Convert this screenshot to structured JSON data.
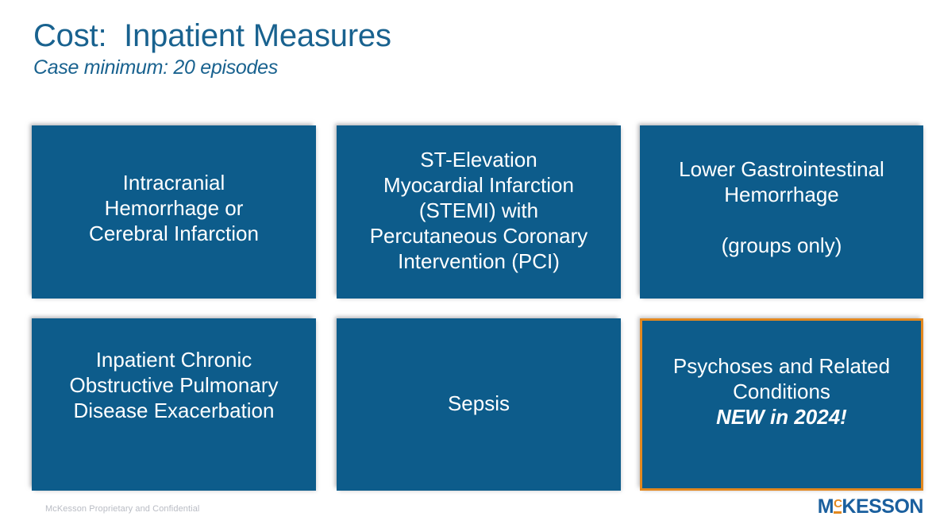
{
  "header": {
    "title": "Cost:  Inpatient Measures",
    "subtitle": "Case minimum: 20 episodes"
  },
  "colors": {
    "title_blue": "#19628f",
    "box_blue": "#0d5c8b",
    "highlight_orange": "#e2881f",
    "footer_gray": "#b9bcc4",
    "logo_blue": "#1a5f9e",
    "box_text": "#ffffff",
    "background": "#ffffff"
  },
  "measures": [
    {
      "id": "ich",
      "highlighted": false,
      "lines": [
        "Intracranial",
        "Hemorrhage or",
        "Cerebral Infarction"
      ],
      "emphasis_index": -1
    },
    {
      "id": "stemi",
      "highlighted": false,
      "lines": [
        "ST-Elevation",
        "Myocardial Infarction",
        "(STEMI) with",
        "Percutaneous Coronary",
        "Intervention (PCI)"
      ],
      "emphasis_index": -1
    },
    {
      "id": "lgih",
      "highlighted": false,
      "lines": [
        "Lower Gastrointestinal",
        "Hemorrhage",
        "",
        "(groups only)"
      ],
      "emphasis_index": -1
    },
    {
      "id": "copd",
      "highlighted": false,
      "lines": [
        "Inpatient Chronic",
        "Obstructive Pulmonary",
        "Disease Exacerbation"
      ],
      "emphasis_index": -1
    },
    {
      "id": "sepsis",
      "highlighted": false,
      "lines": [
        "Sepsis"
      ],
      "emphasis_index": -1
    },
    {
      "id": "psych",
      "highlighted": true,
      "lines": [
        "Psychoses and Related",
        "Conditions",
        "NEW in 2024!"
      ],
      "emphasis_index": 2
    }
  ],
  "footer": {
    "confidentiality_note": "McKesson Proprietary and Confidential",
    "logo": {
      "lead": "M",
      "superscript": "C",
      "rest": "KESSON"
    }
  }
}
